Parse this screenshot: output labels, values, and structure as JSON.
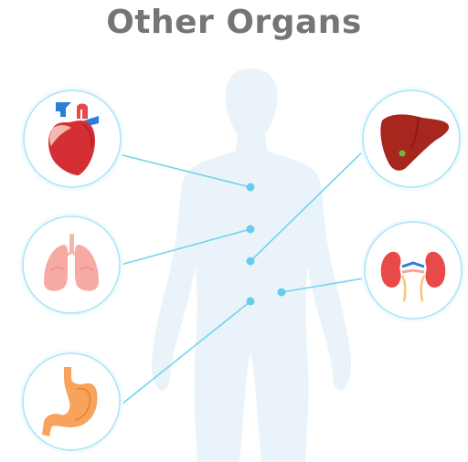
{
  "title": "Other Organs",
  "colors": {
    "title": "#757575",
    "body_silhouette": "#eaf3f9",
    "connector": "#73d3f0",
    "circle_border": "#b3e6f6",
    "circle_fill": "#ffffff",
    "circle_shadow": "#f0f9fd"
  },
  "organs": [
    {
      "name": "heart",
      "icon": "heart-icon",
      "side": "left"
    },
    {
      "name": "lungs",
      "icon": "lungs-icon",
      "side": "left"
    },
    {
      "name": "stomach",
      "icon": "stomach-icon",
      "side": "left"
    },
    {
      "name": "liver",
      "icon": "liver-icon",
      "side": "right"
    },
    {
      "name": "kidneys",
      "icon": "kidneys-icon",
      "side": "right"
    }
  ]
}
